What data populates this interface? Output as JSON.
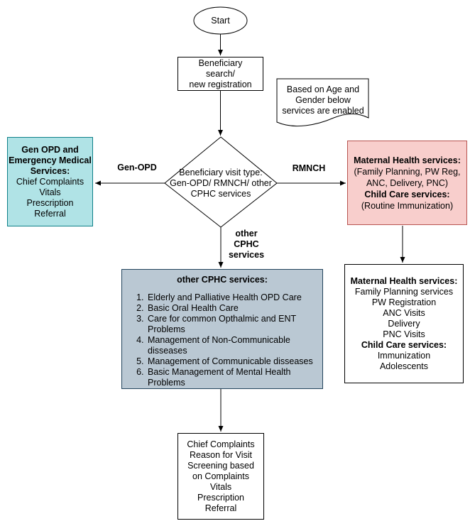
{
  "flowchart": {
    "start": {
      "label": "Start"
    },
    "registration_box": {
      "lines": [
        "Beneficiary",
        "search/",
        "new registration"
      ]
    },
    "note": {
      "lines": [
        "Based on Age and",
        "Gender below",
        "services are enabled"
      ]
    },
    "decision": {
      "lines": [
        "Beneficiary visit type:",
        "Gen-OPD/ RMNCH/ other",
        "CPHC services"
      ]
    },
    "edge_labels": {
      "gen_opd": "Gen-OPD",
      "rmnch": "RMNCH",
      "other_cphc": [
        "other",
        "CPHC",
        "services"
      ]
    },
    "gen_opd_box": {
      "fill": "#b0e3e6",
      "border": "#0e8088",
      "lines": [
        "Gen OPD and",
        "Emergency Medical",
        "Services:",
        "Chief Complaints",
        "Vitals",
        "Prescription",
        "Referral"
      ]
    },
    "rmnch_box": {
      "fill": "#f8cecc",
      "border": "#b85450",
      "lines": [
        "Maternal Health services:",
        "(Family Planning, PW Reg,",
        "ANC, Delivery, PNC)",
        "Child Care services:",
        "(Routine Immunization)"
      ]
    },
    "other_cphc_box": {
      "fill": "#bac8d3",
      "border": "#23445d",
      "title": "other CPHC services:",
      "items": [
        "Elderly and Palliative Health OPD Care",
        "Basic Oral Health Care",
        "Care for common Opthalmic and ENT Problems",
        "Management of Non-Communicable disseases",
        "Management of Communicable disseases",
        "Basic Management of Mental Health Problems"
      ]
    },
    "maternal_detail_box": {
      "lines": [
        "Maternal Health services:",
        "Family Planning services",
        "PW Registration",
        "ANC Visits",
        "Delivery",
        "PNC Visits",
        "Child Care services:",
        "Immunization",
        "Adolescents"
      ]
    },
    "visit_detail_box": {
      "lines": [
        "Chief Complaints",
        "Reason for Visit",
        "Screening based",
        "on Complaints",
        "Vitals",
        "Prescription",
        "Referral"
      ]
    }
  }
}
